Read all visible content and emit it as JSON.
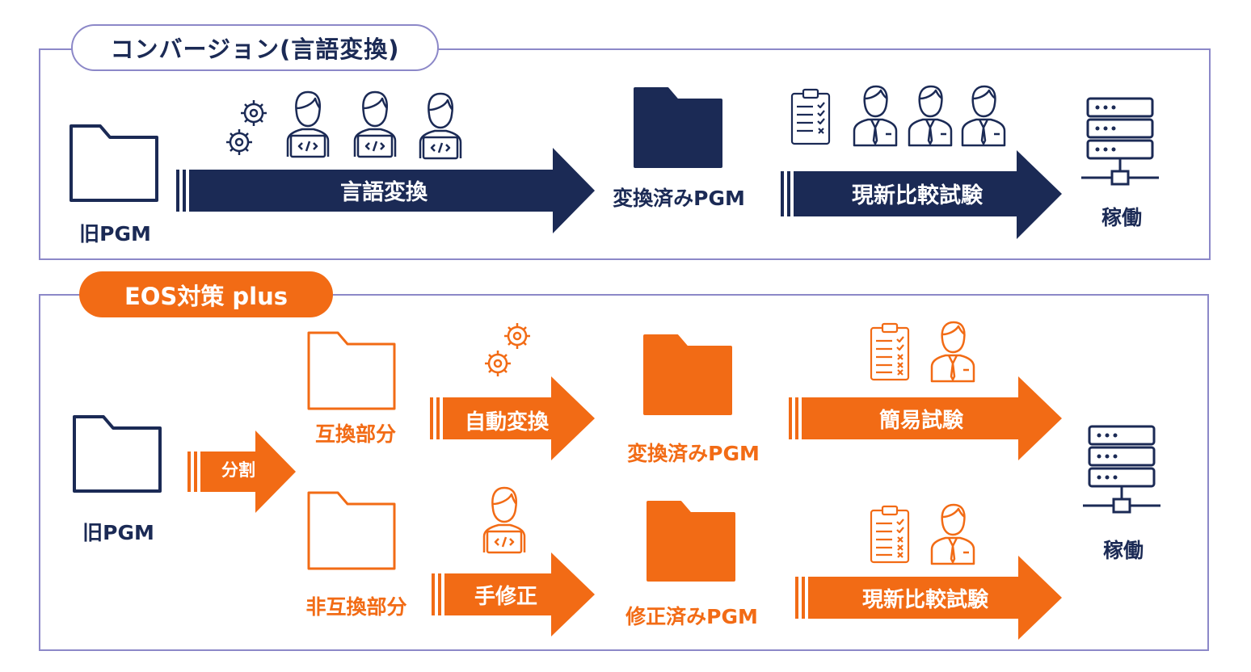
{
  "top_section": {
    "title": "コンバージョン(言語変換)",
    "old_pgm": "旧PGM",
    "arrow1": "言語変換",
    "converted": "変換済みPGM",
    "arrow2": "現新比較試験",
    "operation": "稼働"
  },
  "bottom_section": {
    "title": "EOS対策 plus",
    "old_pgm": "旧PGM",
    "split_arrow": "分割",
    "compatible": "互換部分",
    "incompatible": "非互換部分",
    "auto_arrow": "自動変換",
    "manual_arrow": "手修正",
    "converted": "変換済みPGM",
    "fixed": "修正済みPGM",
    "simple_test_arrow": "簡易試験",
    "compare_test_arrow": "現新比較試験",
    "operation": "稼働"
  },
  "colors": {
    "navy": "#1b2a55",
    "orange": "#f26b15",
    "border": "#8c88c8"
  }
}
